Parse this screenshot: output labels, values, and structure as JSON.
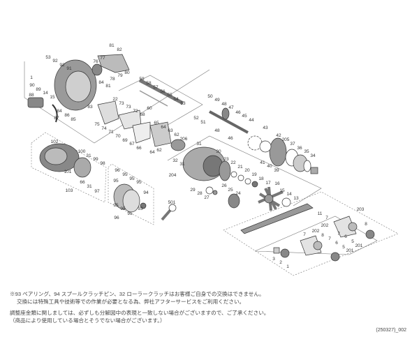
{
  "diagram": {
    "part_labels": [
      "81",
      "82",
      "53",
      "92",
      "92",
      "91",
      "76",
      "77",
      "78",
      "79",
      "80",
      "1",
      "90",
      "89",
      "14",
      "15",
      "88",
      "84",
      "81",
      "84",
      "86",
      "85",
      "87",
      "83",
      "59",
      "58",
      "57",
      "56",
      "55",
      "54",
      "53",
      "60",
      "22",
      "73",
      "73",
      "72",
      "68",
      "75",
      "74",
      "71",
      "70",
      "69",
      "67",
      "66",
      "65",
      "64",
      "63",
      "62",
      "206",
      "64",
      "62",
      "50",
      "49",
      "48",
      "47",
      "46",
      "45",
      "44",
      "52",
      "51",
      "48",
      "46",
      "43",
      "42",
      "205",
      "37",
      "36",
      "35",
      "34",
      "41",
      "40",
      "39",
      "31",
      "30",
      "32",
      "31",
      "204",
      "23",
      "22",
      "21",
      "20",
      "19",
      "18",
      "17",
      "16",
      "15",
      "14",
      "13",
      "29",
      "28",
      "27",
      "26",
      "25",
      "24",
      "501",
      "102",
      "100",
      "31",
      "99",
      "98",
      "101",
      "66",
      "31",
      "97",
      "103",
      "96",
      "95",
      "95",
      "95",
      "95",
      "94",
      "95",
      "95",
      "95",
      "93",
      "96",
      "203",
      "11",
      "7",
      "202",
      "8",
      "7",
      "6",
      "5",
      "201",
      "7",
      "202",
      "8",
      "7",
      "6",
      "5",
      "201",
      "3",
      "2",
      "1"
    ]
  },
  "notes": {
    "line1": "※93 ベアリング、94 スプールクラッチピン、32 ローラークラッチはお客様ご自身での交換はできません。",
    "line2": "交換には特殊工具や技術等での作業が必要となる為、弊社アフターサービスをご利用ください。",
    "line3": "調整座金類に関しましては、必ずしも分解図中の表現と一致しない場合がございますので、ご了承ください。",
    "line4": "（商品により使用している場合とそうでない場合がございます。）"
  },
  "doc_code": "(250327)_002"
}
